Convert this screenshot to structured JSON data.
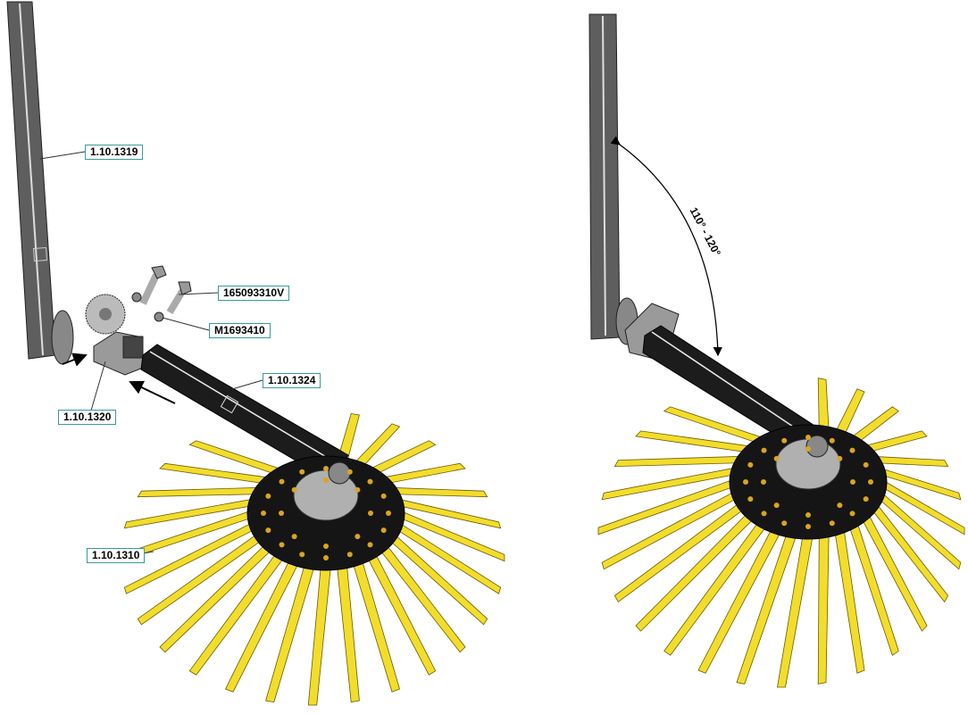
{
  "labels": {
    "post_left": "1.10.1319",
    "bolt": "165093310V",
    "nut": "M1693410",
    "arm": "1.10.1324",
    "bracket": "1.10.1320",
    "disc": "1.10.1310"
  },
  "angle_text": "110° - 120°",
  "colors": {
    "tine": "#f2dd2c",
    "tine_edge": "#6a5a00",
    "steel": "#6b6b6b",
    "arm": "#1c1c1c",
    "label_border": "#3a9a9a"
  }
}
